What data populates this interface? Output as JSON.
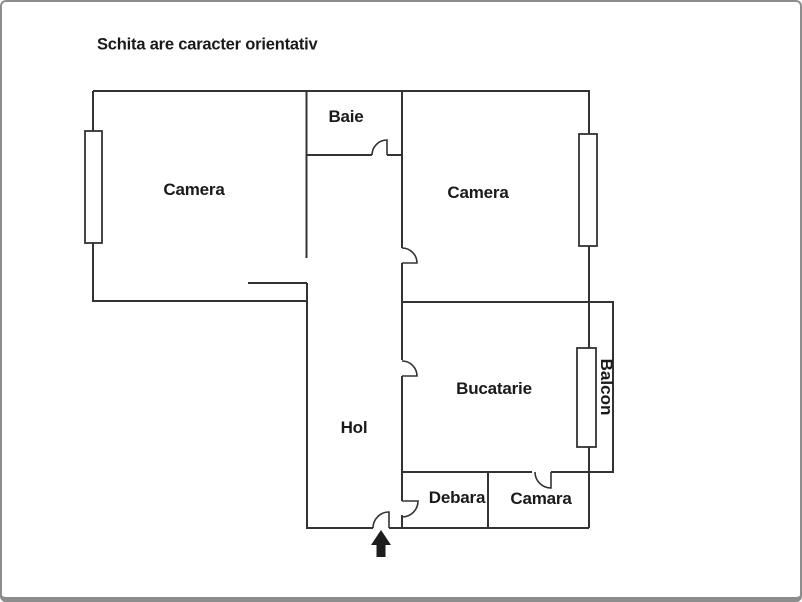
{
  "title": "Schita are caracter orientativ",
  "rooms": [
    {
      "id": "camera-left",
      "label": "Camera"
    },
    {
      "id": "baie",
      "label": "Baie"
    },
    {
      "id": "camera-right",
      "label": "Camera"
    },
    {
      "id": "hol",
      "label": "Hol"
    },
    {
      "id": "bucatarie",
      "label": "Bucatarie"
    },
    {
      "id": "balcon",
      "label": "Balcon"
    },
    {
      "id": "debara",
      "label": "Debara"
    },
    {
      "id": "camara",
      "label": "Camara"
    }
  ],
  "colors": {
    "wall": "#333333",
    "text": "#1a1a1a",
    "border": "#8d8d8d",
    "background": "#ffffff"
  }
}
